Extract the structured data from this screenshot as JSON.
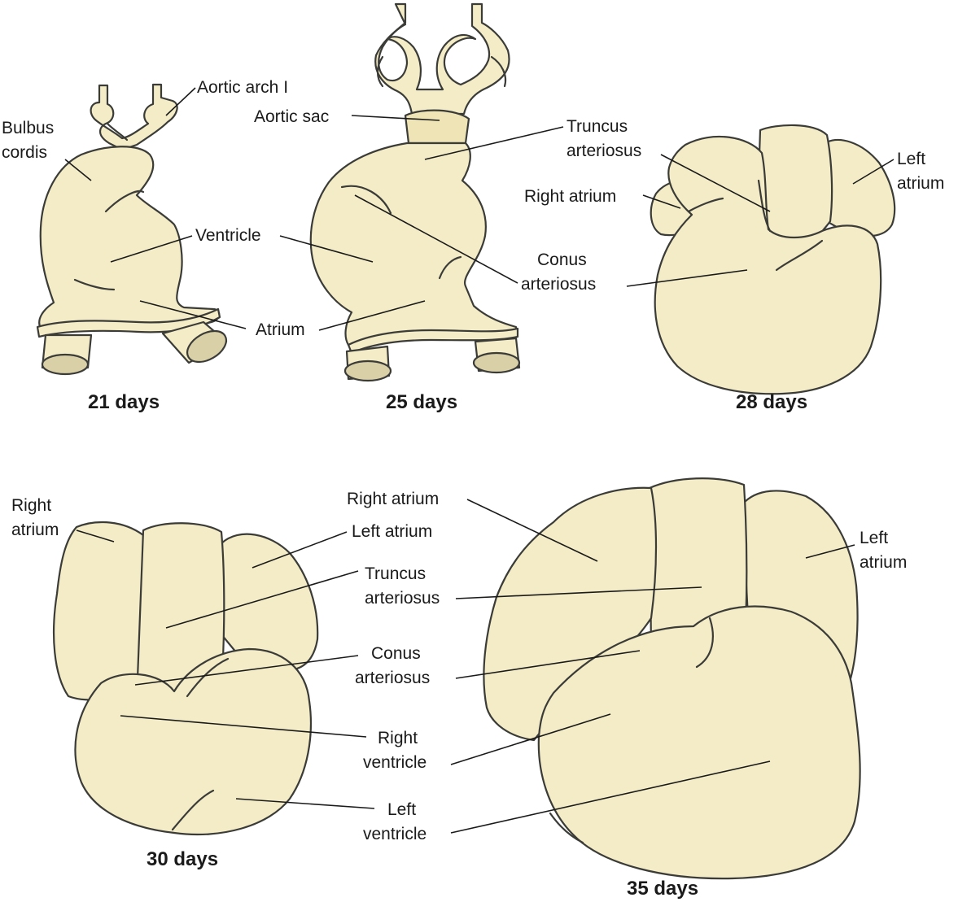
{
  "panels": [
    {
      "stage": "21 days",
      "labels": {
        "aortic_arch": "Aortic arch I",
        "bulbus_cordis": [
          "Bulbus",
          "cordis"
        ],
        "ventricle": "Ventricle"
      }
    },
    {
      "stage": "25 days",
      "labels": {
        "aortic_sac": "Aortic sac",
        "atrium": "Atrium"
      }
    },
    {
      "stage": "28 days",
      "labels": {
        "truncus_arteriosus": [
          "Truncus",
          "arteriosus"
        ],
        "left_atrium": [
          "Left",
          "atrium"
        ],
        "right_atrium": "Right atrium",
        "conus_arteriosus": [
          "Conus",
          "arteriosus"
        ]
      }
    },
    {
      "stage": "30 days",
      "labels": {
        "right_atrium": [
          "Right",
          "atrium"
        ],
        "left_atrium": "Left atrium",
        "truncus_arteriosus": [
          "Truncus",
          "arteriosus"
        ],
        "conus_arteriosus": [
          "Conus",
          "arteriosus"
        ],
        "right_ventricle": [
          "Right",
          "ventricle"
        ],
        "left_ventricle": [
          "Left",
          "ventricle"
        ]
      }
    },
    {
      "stage": "35 days",
      "labels": {
        "right_atrium": "Right atrium",
        "left_atrium": [
          "Left",
          "atrium"
        ]
      }
    }
  ],
  "colors": {
    "tissue": "#f3ecc6",
    "tissue_shade": "#eee4b5",
    "outline": "#3b3b38",
    "text": "#1a1a1a"
  }
}
